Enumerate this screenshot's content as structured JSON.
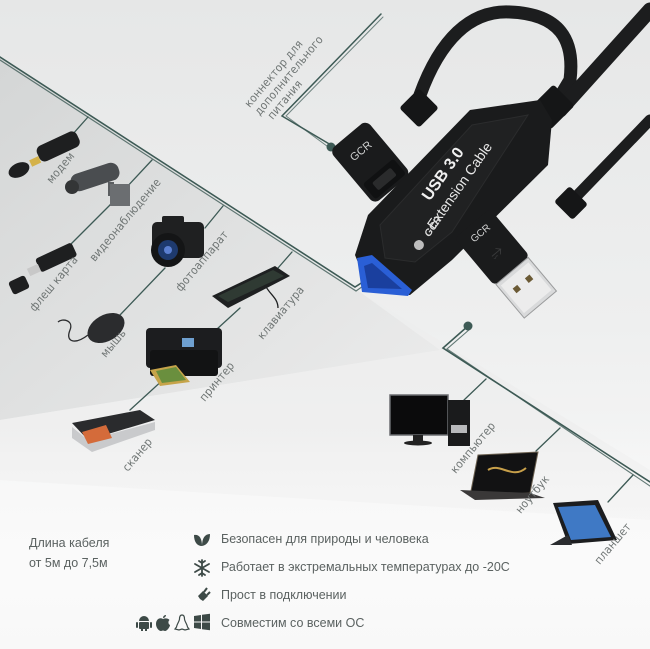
{
  "product": {
    "brand": "GCR",
    "body_title": "USB 3.0",
    "body_subtitle": "Extension Cable",
    "connector_brand": "GCR",
    "plug_brand": "GCR"
  },
  "callouts": {
    "power_connector": [
      "коннектор для",
      "дополнительного",
      "питания"
    ]
  },
  "left_devices": [
    {
      "label": "модем",
      "icon": "usb-modem-icon"
    },
    {
      "label": "видеонаблюдение",
      "icon": "security-camera-icon"
    },
    {
      "label": "флеш карта",
      "icon": "flash-card-reader-icon"
    },
    {
      "label": "фотоаппарат",
      "icon": "camera-icon"
    },
    {
      "label": "мышь",
      "icon": "mouse-icon"
    },
    {
      "label": "клавиатура",
      "icon": "keyboard-icon"
    },
    {
      "label": "принтер",
      "icon": "printer-icon"
    },
    {
      "label": "сканер",
      "icon": "scanner-icon"
    }
  ],
  "right_devices": [
    {
      "label": "компьютер",
      "icon": "desktop-computer-icon"
    },
    {
      "label": "ноутбук",
      "icon": "laptop-icon"
    },
    {
      "label": "планшет",
      "icon": "tablet-icon"
    }
  ],
  "cable_length": {
    "line1": "Длина кабеля",
    "line2": "от 5м до 7,5м"
  },
  "features": [
    {
      "icon": "leaf-icon",
      "text": "Безопасен для природы и человека"
    },
    {
      "icon": "snowflake-icon",
      "text": "Работает в экстремальных  температурах до -20С"
    },
    {
      "icon": "plug-icon",
      "text": "Прост в подключении"
    },
    {
      "icon": "windows-icon",
      "text": "Совместим со всеми ОС"
    }
  ],
  "os_icons": [
    "android-icon",
    "apple-icon",
    "linux-icon",
    "windows-icon"
  ],
  "colors": {
    "line": "#3d5a55",
    "text": "#5b6261",
    "cable": "#1b1c1d",
    "usb_blue": "#2a5fd6"
  }
}
